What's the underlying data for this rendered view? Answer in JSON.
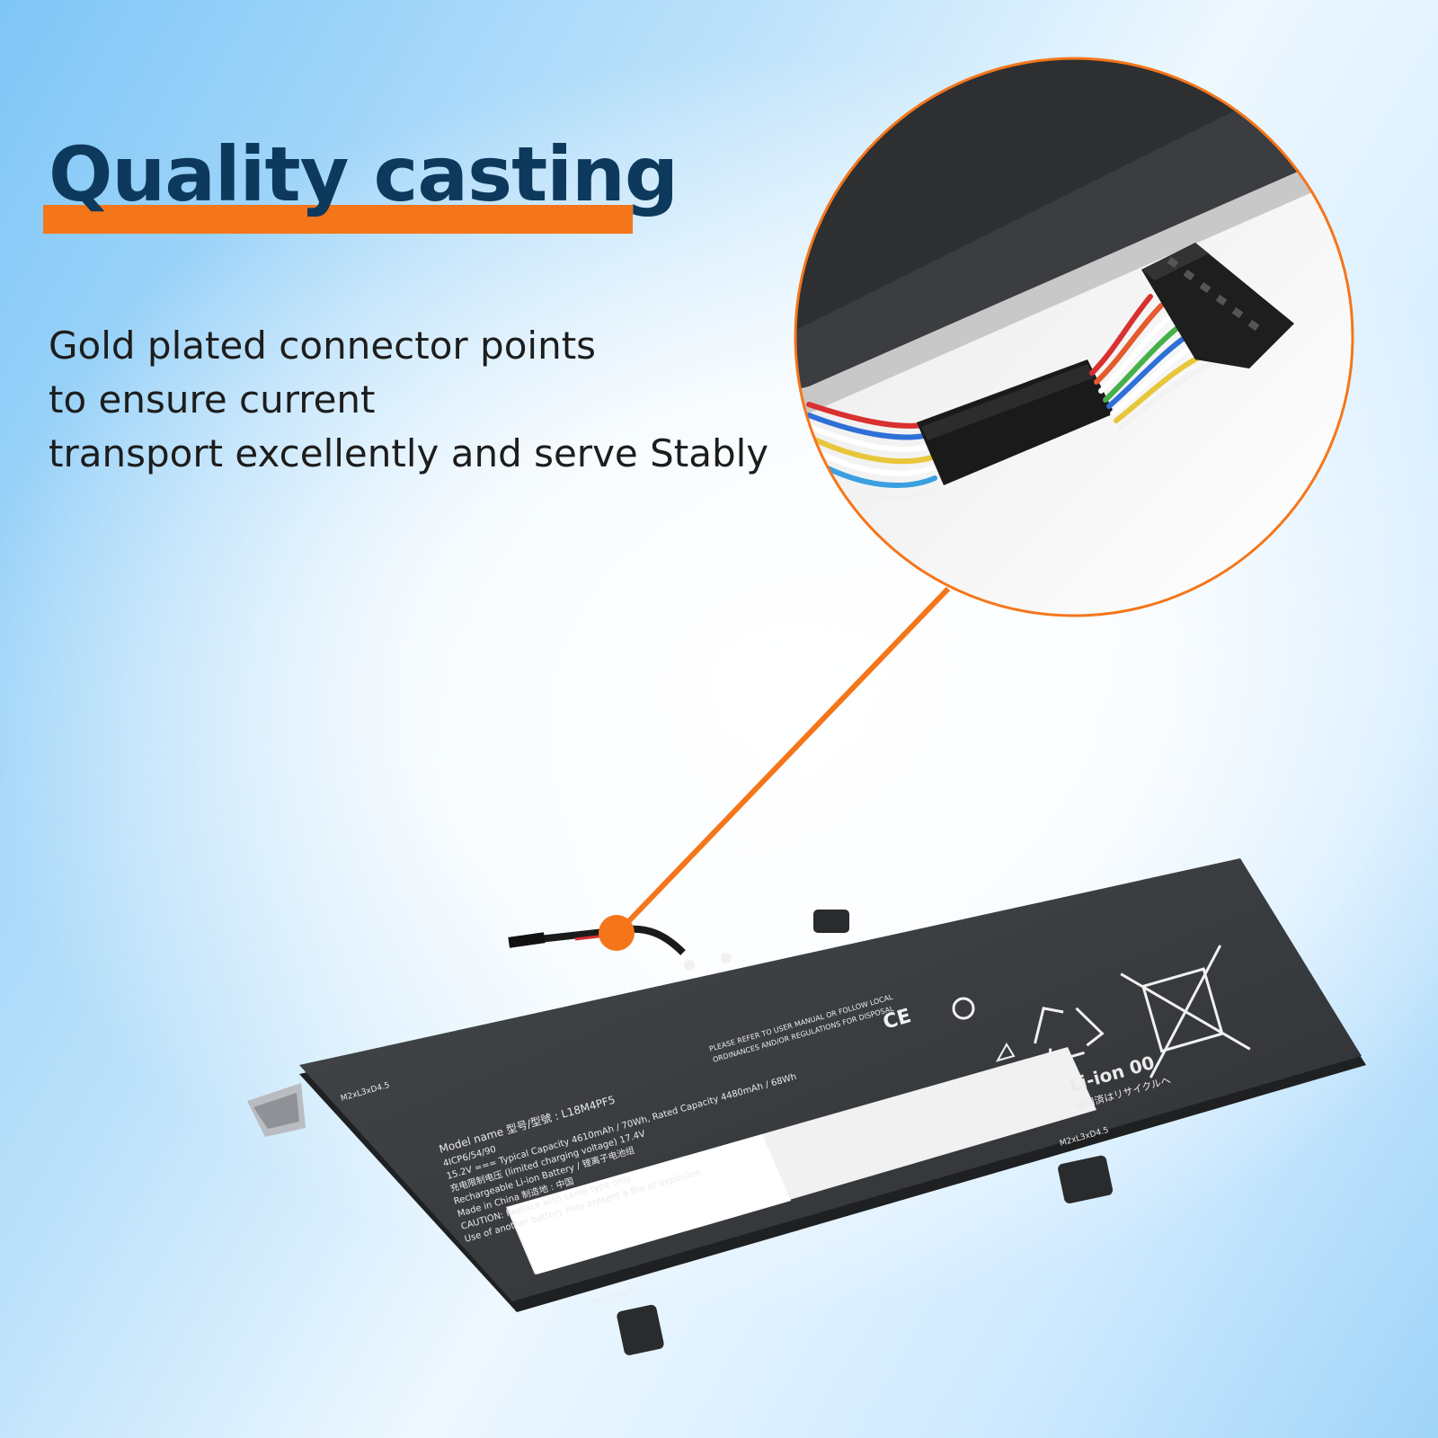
{
  "headline": "Quality casting",
  "description": [
    "Gold plated connector points",
    "to ensure current",
    "transport excellently and serve Stably"
  ],
  "battery": {
    "model_name": "Model name 型号/型號 : L18M4PF5",
    "spec_line_1": "4ICP6/54/90",
    "spec_line_2": "15.2V === Typical Capacity 4610mAh / 70Wh, Rated Capacity 4480mAh / 68Wh",
    "spec_line_3": "充电限制电压 (limited charging voltage) 17.4V",
    "spec_line_4": "Rechargeable Li-ion Battery / 锂离子电池组",
    "spec_line_5": "Made in China 制造地 : 中国",
    "caution_1": "CAUTION: Replace with same type only.",
    "caution_2": "Use of another battery may present a fire or explosion",
    "notice_1": "PLEASE REFER TO USER MANUAL OR FOLLOW LOCAL",
    "notice_2": "ORDINANCES AND/OR REGULATIONS FOR DISPOSAL",
    "screw_label": "M2xL3xD4.5",
    "recycle_label": "Li-ion 00",
    "recycle_jp": "使用済はリサイクルへ"
  },
  "colors": {
    "accent": "#f5761a",
    "headline": "#0d3a5c",
    "text": "#1d1d1d",
    "battery_body": "#3a3c3f"
  }
}
